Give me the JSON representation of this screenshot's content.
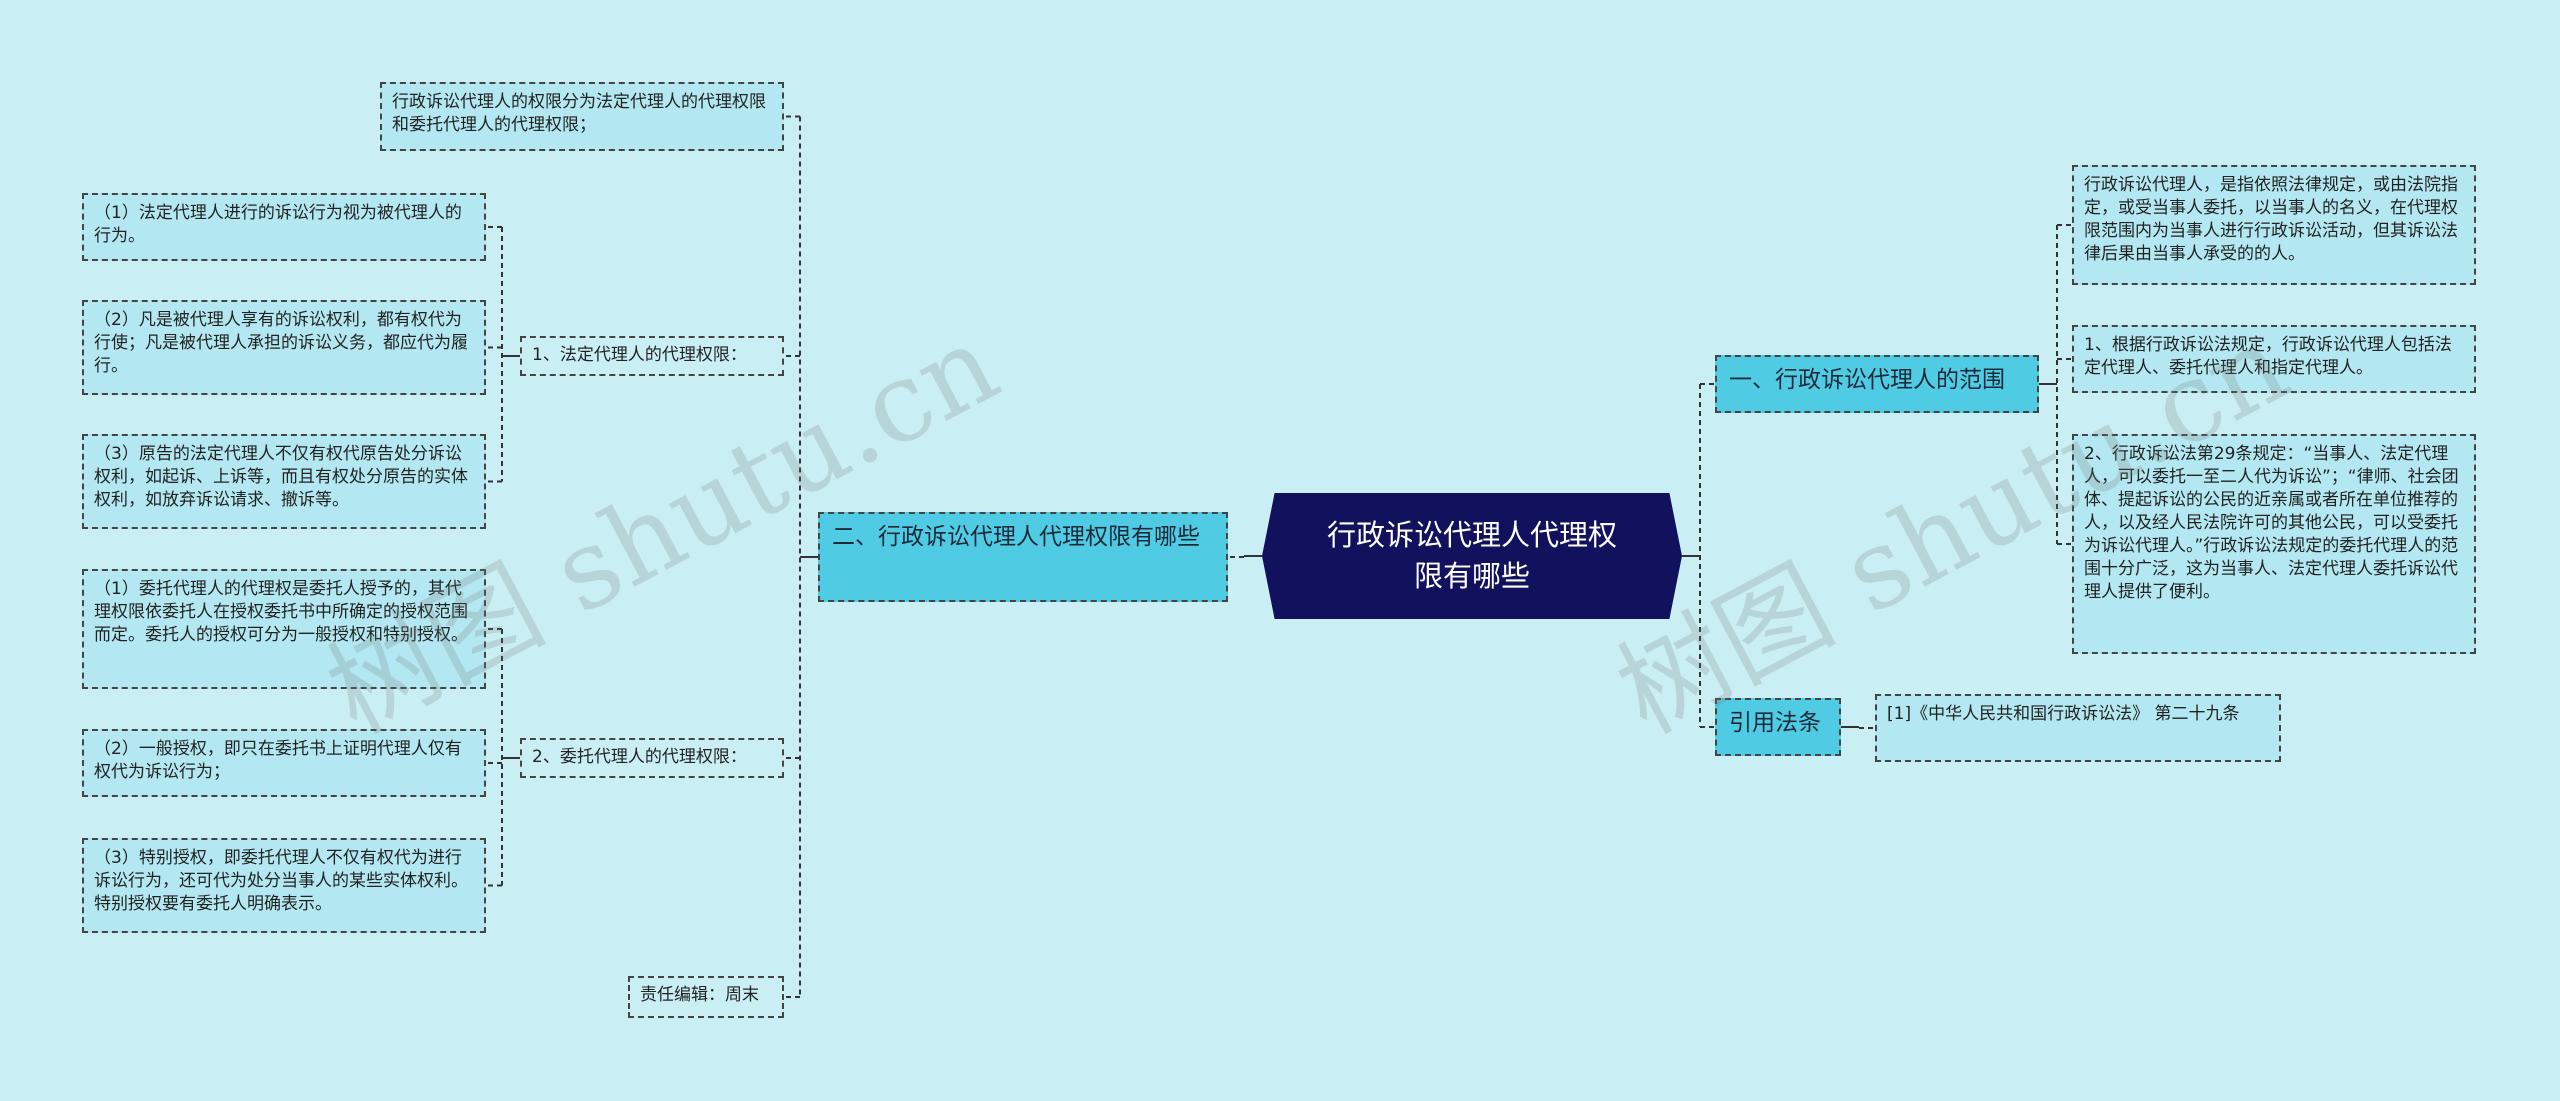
{
  "root": {
    "title": "行政诉讼代理人代理权限有哪些"
  },
  "left": {
    "branch": {
      "label": "二、行政诉讼代理人代理权限有哪些"
    },
    "intro": "行政诉讼代理人的权限分为法定代理人的代理权限和委托代理人的代理权限；",
    "statutory": {
      "label": "1、法定代理人的代理权限：",
      "items": [
        "（1）法定代理人进行的诉讼行为视为被代理人的行为。",
        "（2）凡是被代理人享有的诉讼权利，都有权代为行使；凡是被代理人承担的诉讼义务，都应代为履行。",
        "（3）原告的法定代理人不仅有权代原告处分诉讼权利，如起诉、上诉等，而且有权处分原告的实体权利，如放弃诉讼请求、撤诉等。"
      ]
    },
    "entrusted": {
      "label": "2、委托代理人的代理权限：",
      "items": [
        "（1）委托代理人的代理权是委托人授予的，其代理权限依委托人在授权委托书中所确定的授权范围而定。委托人的授权可分为一般授权和特别授权。",
        "（2）一般授权，即只在委托书上证明代理人仅有权代为诉讼行为；",
        "（3）特别授权，即委托代理人不仅有权代为进行诉讼行为，还可代为处分当事人的某些实体权利。特别授权要有委托人明确表示。"
      ]
    },
    "editor": "责任编辑：周末"
  },
  "right": {
    "scope": {
      "label": "一、行政诉讼代理人的范围",
      "items": [
        "行政诉讼代理人，是指依照法律规定，或由法院指定，或受当事人委托，以当事人的名义，在代理权限范围内为当事人进行行政诉讼活动，但其诉讼法律后果由当事人承受的的人。",
        "1、根据行政诉讼法规定，行政诉讼代理人包括法定代理人、委托代理人和指定代理人。",
        "2、行政诉讼法第29条规定：“当事人、法定代理人，可以委托一至二人代为诉讼”；“律师、社会团体、提起诉讼的公民的近亲属或者所在单位推荐的人，以及经人民法院许可的其他公民，可以受委托为诉讼代理人。”行政诉讼法规定的委托代理人的范围十分广泛，这为当事人、法定代理人委托诉讼代理人提供了便利。"
      ]
    },
    "citation": {
      "label": "引用法条",
      "items": [
        "[1]《中华人民共和国行政诉讼法》 第二十九条"
      ]
    }
  },
  "watermarks": [
    "树图 shutu.cn",
    "树图 shutu.cn"
  ],
  "colors": {
    "background": "#c9eff5",
    "root_fill": "#11115e",
    "branch_fill": "#4fcbe3",
    "leaf_fill": "#b3e8f2",
    "connector": "#333333"
  }
}
